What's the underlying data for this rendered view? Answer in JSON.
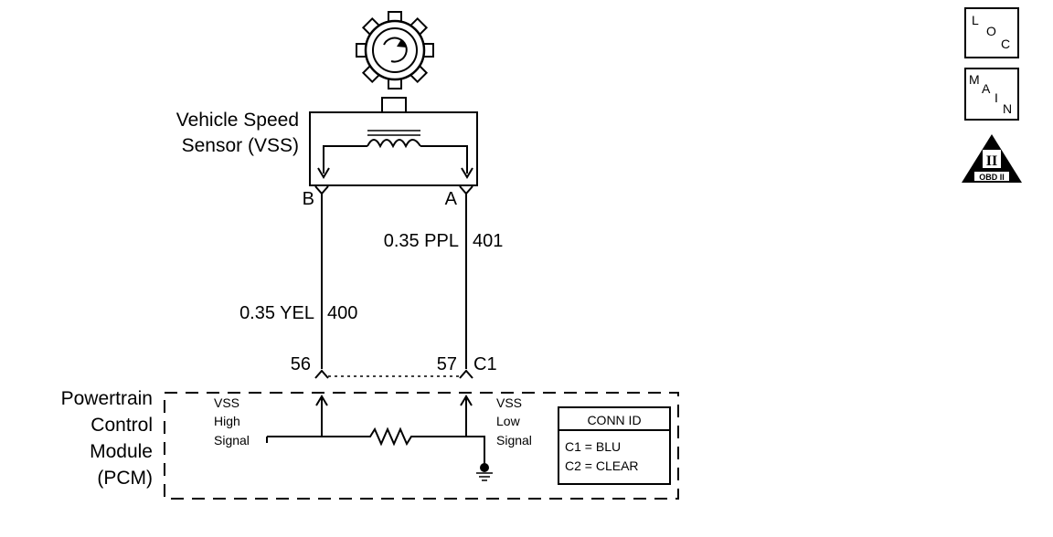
{
  "sensor": {
    "name_line1": "Vehicle Speed",
    "name_line2": "Sensor (VSS)",
    "terminal_b": "B",
    "terminal_a": "A"
  },
  "wires": {
    "a": {
      "gauge_color": "0.35 PPL",
      "circuit": "401"
    },
    "b": {
      "gauge_color": "0.35 YEL",
      "circuit": "400"
    }
  },
  "pins": {
    "b": "56",
    "a": "57",
    "connector": "C1"
  },
  "module": {
    "name_lines": [
      "Powertrain",
      "Control",
      "Module",
      "(PCM)"
    ],
    "high_signal": [
      "VSS",
      "High",
      "Signal"
    ],
    "low_signal": [
      "VSS",
      "Low",
      "Signal"
    ]
  },
  "conn_id": {
    "title": "CONN ID",
    "rows": [
      "C1 = BLU",
      "C2 = CLEAR"
    ]
  },
  "badges": {
    "loc": [
      "L",
      "O",
      "C"
    ],
    "main": [
      "M",
      "A",
      "I",
      "N"
    ],
    "obd": {
      "roman": "II",
      "label": "OBD II"
    }
  }
}
